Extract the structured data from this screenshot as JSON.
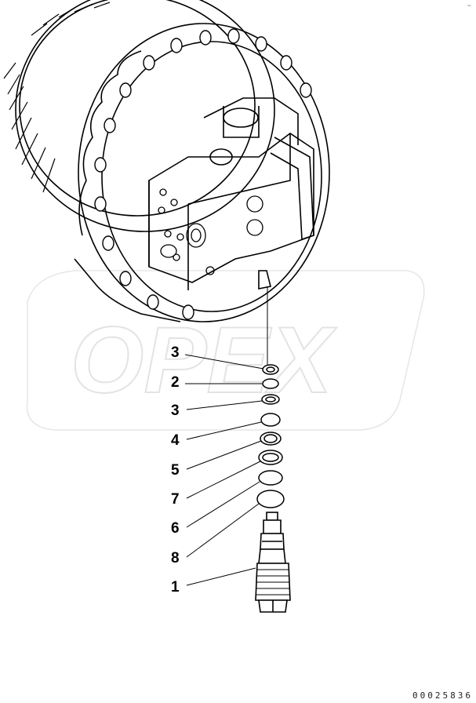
{
  "watermark": "OPEX",
  "document_number": "00025836",
  "corner_mark": "~",
  "callouts": [
    {
      "id": "c3a",
      "label": "3"
    },
    {
      "id": "c2",
      "label": "2"
    },
    {
      "id": "c3b",
      "label": "3"
    },
    {
      "id": "c4",
      "label": "4"
    },
    {
      "id": "c5",
      "label": "5"
    },
    {
      "id": "c7",
      "label": "7"
    },
    {
      "id": "c6",
      "label": "6"
    },
    {
      "id": "c8",
      "label": "8"
    },
    {
      "id": "c1",
      "label": "1"
    }
  ]
}
